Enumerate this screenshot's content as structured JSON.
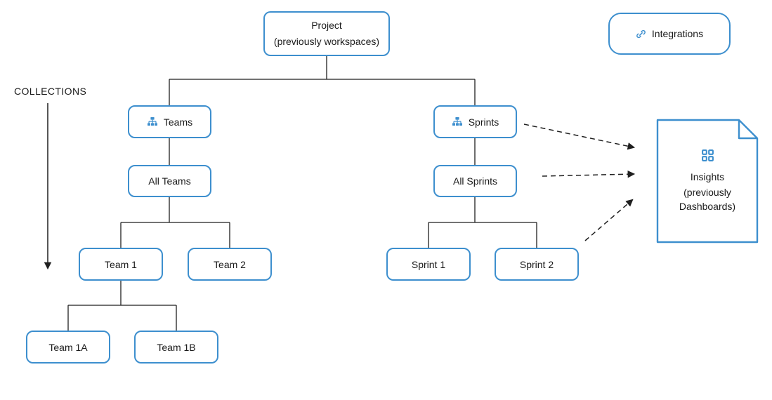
{
  "colors": {
    "accent": "#3d8fce",
    "line": "#1f1f1f",
    "text": "#1a1a1a"
  },
  "collections": {
    "label": "COLLECTIONS"
  },
  "nodes": {
    "project": {
      "line1": "Project",
      "line2": "(previously workspaces)"
    },
    "integrations": {
      "label": "Integrations"
    },
    "teams": {
      "label": "Teams"
    },
    "sprints": {
      "label": "Sprints"
    },
    "all_teams": {
      "label": "All Teams"
    },
    "all_sprints": {
      "label": "All Sprints"
    },
    "team_1": {
      "label": "Team 1"
    },
    "team_2": {
      "label": "Team 2"
    },
    "team_1a": {
      "label": "Team 1A"
    },
    "team_1b": {
      "label": "Team 1B"
    },
    "sprint_1": {
      "label": "Sprint 1"
    },
    "sprint_2": {
      "label": "Sprint 2"
    },
    "insights": {
      "line1": "Insights",
      "line2": "(previously Dashboards)"
    }
  }
}
